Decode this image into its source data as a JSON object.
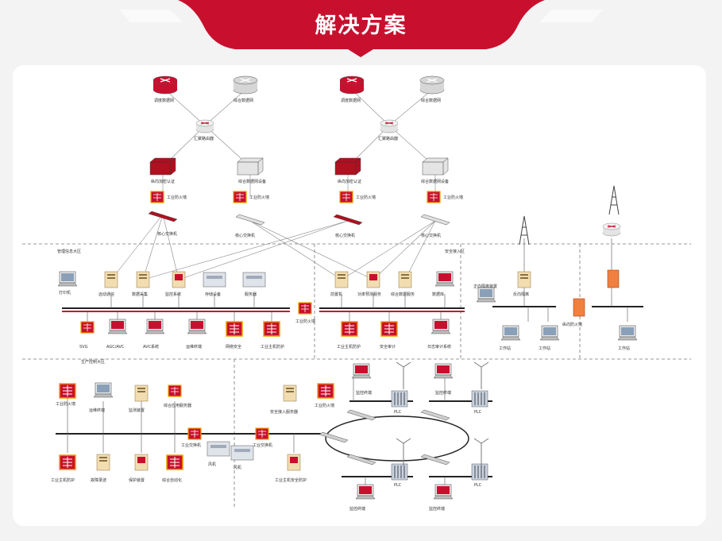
{
  "header": {
    "title": "解决方案"
  },
  "colors": {
    "brand_red": "#c8102e",
    "panel_bg": "#ffffff",
    "page_bg": "#f3f3f3",
    "line_gray": "#777777"
  },
  "diagram": {
    "zone_labels": [
      "管理信息大区",
      "生产控制大区",
      "安全接入区"
    ],
    "labels": {
      "r1": "调度数据网",
      "r2": "综合数据网",
      "r3": "调度数据网",
      "r4": "综合数据网",
      "c1": "汇聚路由器",
      "c2": "汇聚路由器",
      "d1": "纵向加密认证",
      "d2": "综合数据网设备",
      "d3": "纵向加密认证",
      "d4": "综合数据网设备",
      "fw1": "工业防火墙",
      "fw2": "工业防火墙",
      "fw3": "工业防火墙",
      "fw4": "工业防火墙",
      "sw1": "核心交换机",
      "sw2": "核心交换机",
      "sw3": "核心交换机",
      "sw4": "核心交换机",
      "s1": "远动通信",
      "s2": "数据采集",
      "s3": "监控系统",
      "s4": "存储设备",
      "s5": "服务器",
      "s6": "前置机",
      "s7": "功率预测服务",
      "s8": "综合数据服务",
      "s9": "数据库",
      "p1": "打印机",
      "gap": "正向隔离装置",
      "wk1": "反向隔离",
      "ws1": "工作站",
      "ws2": "工作站",
      "fw5": "纵向防火墙",
      "ws3": "工作站",
      "zone": "工业防火墙",
      "b1": "SVG",
      "b2": "AGC/AVC",
      "b3": "AVC系统",
      "b4": "运维终端",
      "b5": "网络安全",
      "b6": "工业主机防护",
      "b7": "工业主机防护",
      "b8": "安全审计",
      "b9": "日志审计系统",
      "l1": "工业防火墙",
      "l2": "运维终端",
      "l3": "监测装置",
      "l4": "综合应用服务器",
      "l5": "安全接入服务器",
      "l6": "工业防火墙",
      "l7": "工业交换机",
      "l8": "工业交换机",
      "l9": "风机",
      "l10": "风机",
      "l11": "工业主机防护",
      "l12": "故障录波",
      "l13": "保护装置",
      "l14": "综合自动化",
      "l15": "工业主机安全防护",
      "m1": "监控终端",
      "m2": "监控终端",
      "m3": "监控终端",
      "m4": "监控终端",
      "plc1": "PLC",
      "plc2": "PLC",
      "plc3": "PLC",
      "plc4": "PLC"
    }
  }
}
